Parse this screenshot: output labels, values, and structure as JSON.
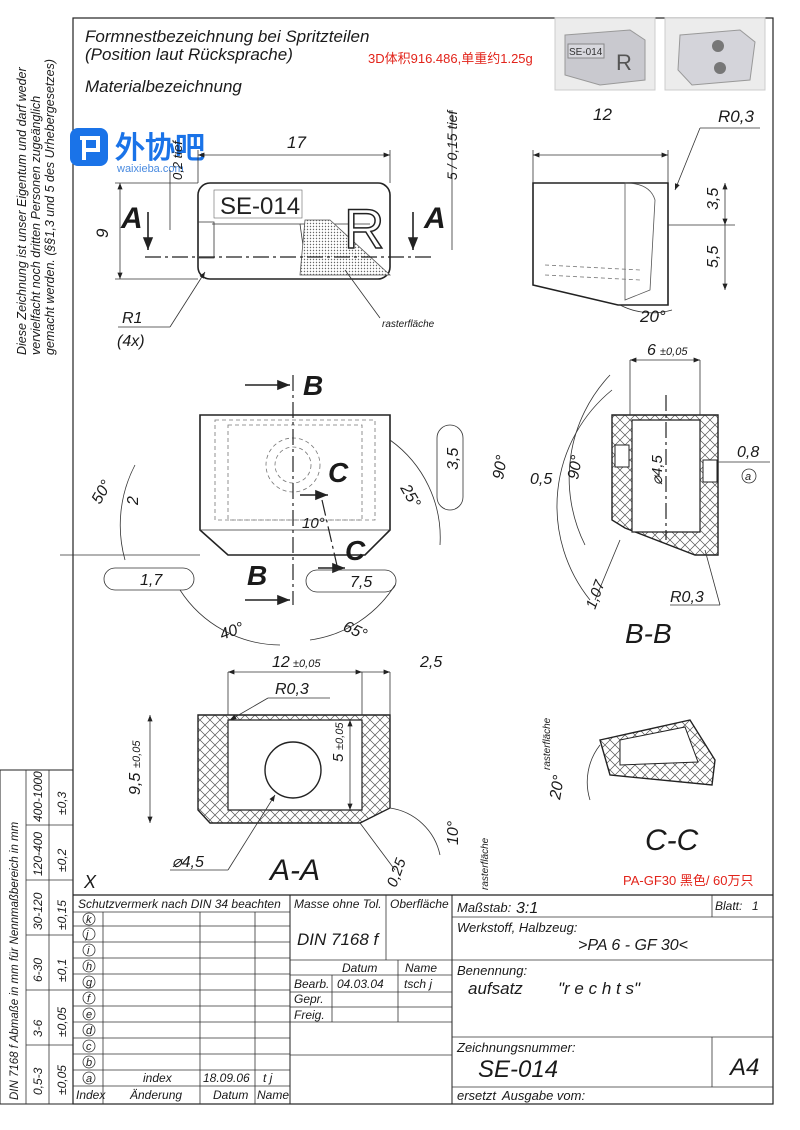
{
  "header": {
    "line1": "Formnestbezeichnung bei Spritzteilen",
    "line2": "(Position laut Rücksprache)",
    "material_label": "Materialbezeichnung",
    "volume_note": "3D体积916.486,单重约1.25g"
  },
  "watermark": {
    "brand": "外协吧",
    "url": "waixieba.com"
  },
  "copyright": [
    "Diese Zeichnung ist unser Eigentum und darf weder",
    "vervielfacht noch dritten Personen zugeänglich",
    "gemacht werden. (§§1,3 und 5 des Urhebergesetzes)"
  ],
  "engraving": {
    "code": "SE-014",
    "letter": "R"
  },
  "views": {
    "section_aa": "A-A",
    "section_bb": "B-B",
    "section_cc": "C-C",
    "cut_a": "A",
    "cut_b": "B",
    "cut_c": "C"
  },
  "dims": {
    "top_len": "17",
    "top_height": "9",
    "depth_left": "0,2 tief",
    "depth_right": "5 / 0,15 tief",
    "r1": "R1",
    "r1_count": "(4x)",
    "raster": "rasterfläche",
    "side_width": "12",
    "side_r": "R0,3",
    "side_35": "3,5",
    "side_55": "5,5",
    "side_angle": "20°",
    "p_50": "50°",
    "p_2": "2",
    "p_25": "25°",
    "p_35": "3,5",
    "p_10": "10°",
    "p_17": "1,7",
    "p_75": "7,5",
    "p_40": "40°",
    "p_65": "65°",
    "bb_6": "6",
    "bb_6_tol": "±0,05",
    "bb_90a": "90°",
    "bb_05": "0,5",
    "bb_90b": "90°",
    "bb_dia": "⌀4,5",
    "bb_08": "0,8",
    "bb_a": "a",
    "bb_107": "1,07",
    "bb_r": "R0,3",
    "aa_12": "12",
    "aa_12_tol": "±0,05",
    "aa_25": "2,5",
    "aa_r": "R0,3",
    "aa_95": "9,5",
    "aa_95_tol": "±0,05",
    "aa_5": "5",
    "aa_5_tol": "±0,05",
    "aa_10": "10°",
    "aa_dia": "⌀4,5",
    "aa_025": "0,25",
    "aa_raster": "rasterfläche",
    "cc_20": "20°",
    "cc_raster": "rasterfläche"
  },
  "x_mark": "X",
  "material_note": "PA-GF30 黑色/ 60万只",
  "tolerance_table": {
    "title": "DIN 7168 f Abmaße in mm für Nennmaßbereich in mm",
    "ranges": [
      "0,5-3",
      "3-6",
      "6-30",
      "30-120",
      "120-400",
      "400-1000"
    ],
    "values": [
      "±0,05",
      "±0,05",
      "±0,1",
      "±0,15",
      "±0,2",
      "±0,3"
    ]
  },
  "title_block": {
    "protection": "Schutzvermerk nach DIN 34 beachten",
    "mass_label": "Masse ohne Tol.",
    "surface_label": "Oberfläche",
    "din": "DIN 7168 f",
    "datum_head": "Datum",
    "name_head": "Name",
    "bearb": "Bearb.",
    "bearb_date": "04.03.04",
    "bearb_name": "tsch j",
    "gepr": "Gepr.",
    "freig": "Freig.",
    "scale_label": "Maßstab:",
    "scale_value": "3:1",
    "sheet_label": "Blatt:",
    "sheet_value": "1",
    "material_label": "Werkstoff, Halbzeug:",
    "material_value": ">PA 6 - GF 30<",
    "name_label": "Benennung:",
    "name_value1": "aufsatz",
    "name_value2": "\"r e c h t s\"",
    "drawing_label": "Zeichnungsnummer:",
    "drawing_value": "SE-014",
    "format": "A4",
    "replace_label": "ersetzt",
    "issue_label": "Ausgabe vom:",
    "rev_letters": [
      "k",
      "j",
      "i",
      "h",
      "g",
      "f",
      "e",
      "d",
      "c",
      "b",
      "a"
    ],
    "rev_a_text": "index",
    "rev_a_date": "18.09.06",
    "rev_a_name": "t j",
    "col_index": "Index",
    "col_change": "Änderung",
    "col_date": "Datum",
    "col_name": "Name"
  }
}
